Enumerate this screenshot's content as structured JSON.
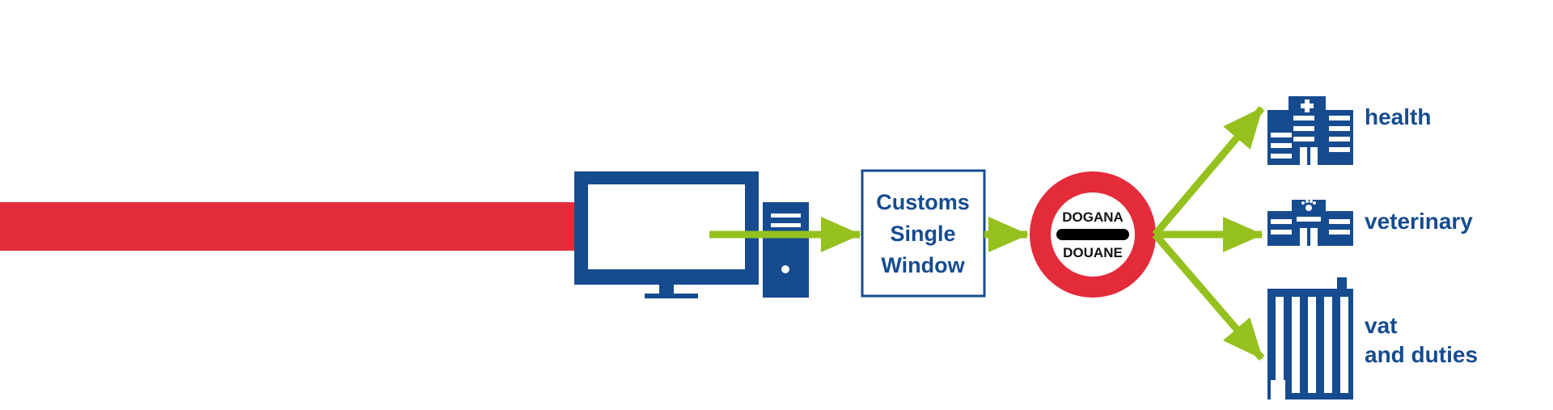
{
  "customs_window": {
    "line1": "Customs",
    "line2": "Single",
    "line3": "Window"
  },
  "customs_sign": {
    "top_text": "DOGANA",
    "bottom_text": "DOUANE"
  },
  "destinations": {
    "health": "health",
    "veterinary": "veterinary",
    "vat_line1": "vat",
    "vat_line2": "and duties"
  },
  "colors": {
    "brand_blue": "#164b8f",
    "red": "#e32b3a",
    "arrow_green": "#95c11f",
    "white": "#ffffff"
  }
}
